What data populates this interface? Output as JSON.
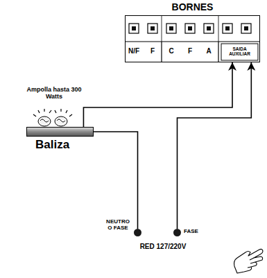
{
  "diagram": {
    "nodes": [
      {
        "text": [
          "BORNES"
        ]
      },
      {
        "text": [
          "Baliza"
        ]
      },
      {
        "text": [
          "NEUTRO O FASE"
        ]
      },
      {
        "text": [
          "FASE"
        ]
      }
    ],
    "edges": [
      {
        "from": 1,
        "to": 0,
        "arrow": "to"
      },
      {
        "from": 1,
        "to": 2,
        "arrow": "none"
      },
      {
        "from": 3,
        "to": 0,
        "arrow": "to"
      }
    ],
    "labels": [
      "N/F",
      "F",
      "C",
      "F",
      "A",
      "SAIDA AUXILIAR",
      "Ampolla hasta 300 Watts",
      "RED 127/220V"
    ]
  }
}
